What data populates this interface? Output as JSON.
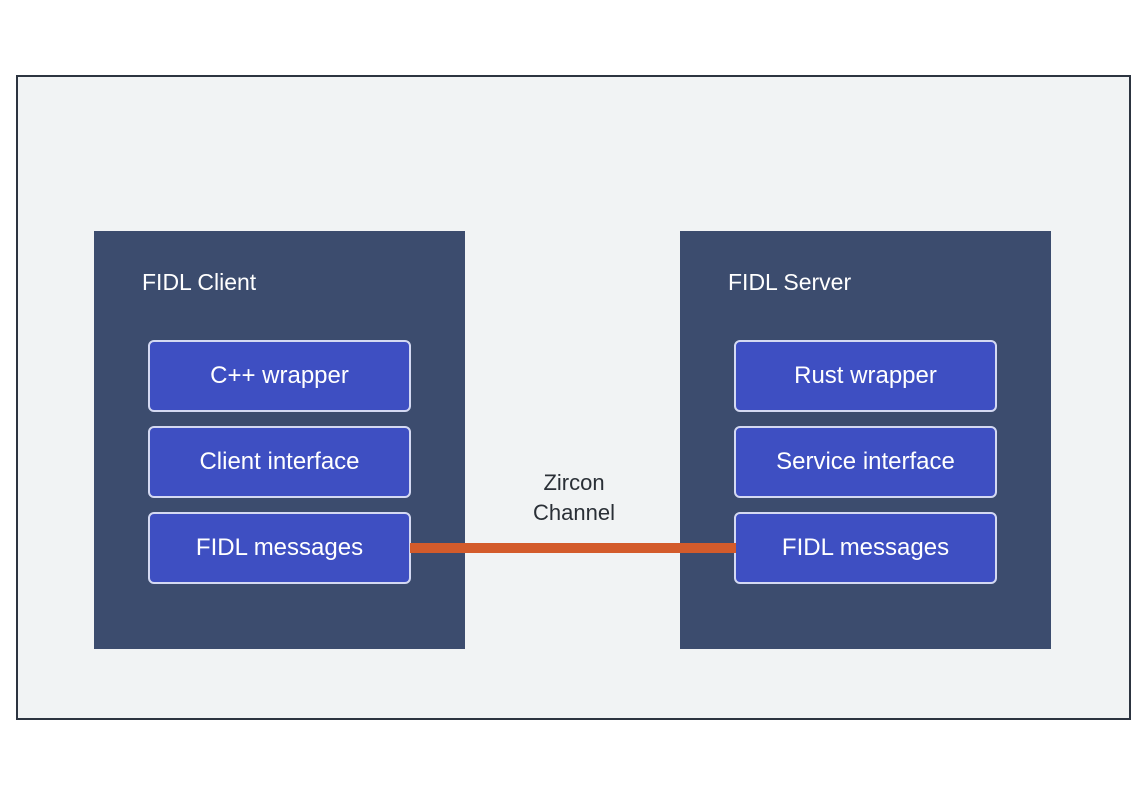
{
  "client": {
    "title": "FIDL Client",
    "layers": [
      "C++ wrapper",
      "Client interface",
      "FIDL messages"
    ]
  },
  "server": {
    "title": "FIDL Server",
    "layers": [
      "Rust wrapper",
      "Service interface",
      "FIDL messages"
    ]
  },
  "channel": {
    "label_line1": "Zircon",
    "label_line2": "Channel",
    "color": "#d35b2b"
  },
  "colors": {
    "panel": "#3c4c6e",
    "layer": "#3e4fc2",
    "background": "#f1f3f4"
  }
}
